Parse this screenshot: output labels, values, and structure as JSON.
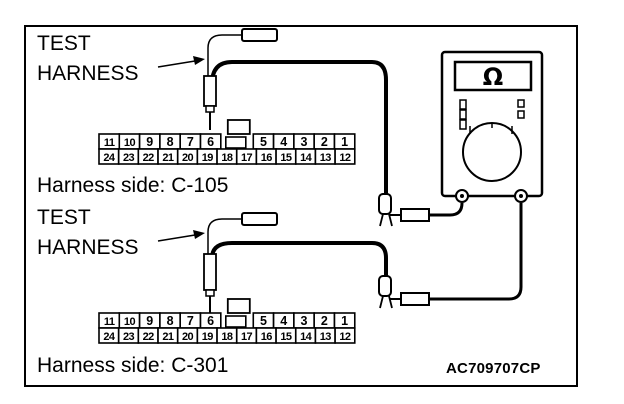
{
  "diagram": {
    "figure_code": "AC709707CP",
    "meter_symbol": "Ω",
    "colors": {
      "line": "#000000",
      "background": "#ffffff"
    },
    "sections": [
      {
        "harness_label_line1": "TEST",
        "harness_label_line2": "HARNESS",
        "caption": "Harness side: C-105",
        "connector": {
          "top_row": [
            "11",
            "10",
            "9",
            "8",
            "7",
            "6",
            "",
            "5",
            "4",
            "3",
            "2",
            "1"
          ],
          "bottom_row": [
            "24",
            "23",
            "22",
            "21",
            "20",
            "19",
            "18",
            "17",
            "16",
            "15",
            "14",
            "13",
            "12"
          ]
        }
      },
      {
        "harness_label_line1": "TEST",
        "harness_label_line2": "HARNESS",
        "caption": "Harness side: C-301",
        "connector": {
          "top_row": [
            "11",
            "10",
            "9",
            "8",
            "7",
            "6",
            "",
            "5",
            "4",
            "3",
            "2",
            "1"
          ],
          "bottom_row": [
            "24",
            "23",
            "22",
            "21",
            "20",
            "19",
            "18",
            "17",
            "16",
            "15",
            "14",
            "13",
            "12"
          ]
        }
      }
    ]
  }
}
